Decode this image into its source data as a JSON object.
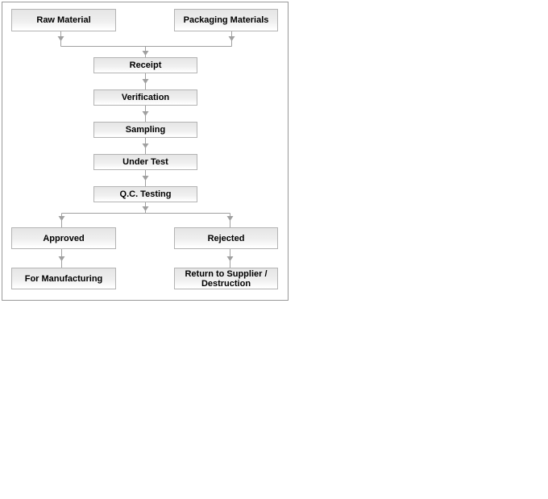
{
  "colors": {
    "background": "#ffffff",
    "frame_border": "#999999",
    "node_border": "#b3b3b3",
    "node_fill_top": "#e5e5e5",
    "node_fill_bottom": "#ffffff",
    "connector": "#a0a0a0",
    "text": "#000000"
  },
  "flowchart": {
    "nodes": {
      "raw_material": {
        "label": "Raw Material"
      },
      "packaging_materials": {
        "label": "Packaging Materials"
      },
      "receipt": {
        "label": "Receipt"
      },
      "verification": {
        "label": "Verification"
      },
      "sampling": {
        "label": "Sampling"
      },
      "under_test": {
        "label": "Under Test"
      },
      "qc_testing": {
        "label": "Q.C. Testing"
      },
      "approved": {
        "label": "Approved"
      },
      "rejected": {
        "label": "Rejected"
      },
      "for_manufacturing": {
        "label": "For Manufacturing"
      },
      "return_to_supplier": {
        "label": "Return to Supplier / Destruction",
        "lines": [
          "Return to Supplier /",
          "Destruction"
        ]
      }
    },
    "edges": [
      {
        "from": "Raw Material",
        "to": "Receipt"
      },
      {
        "from": "Packaging Materials",
        "to": "Receipt"
      },
      {
        "from": "Receipt",
        "to": "Verification"
      },
      {
        "from": "Verification",
        "to": "Sampling"
      },
      {
        "from": "Sampling",
        "to": "Under Test"
      },
      {
        "from": "Under Test",
        "to": "Q.C. Testing"
      },
      {
        "from": "Q.C. Testing",
        "to": "Approved"
      },
      {
        "from": "Q.C. Testing",
        "to": "Rejected"
      },
      {
        "from": "Approved",
        "to": "For Manufacturing"
      },
      {
        "from": "Rejected",
        "to": "Return to Supplier / Destruction"
      }
    ]
  }
}
